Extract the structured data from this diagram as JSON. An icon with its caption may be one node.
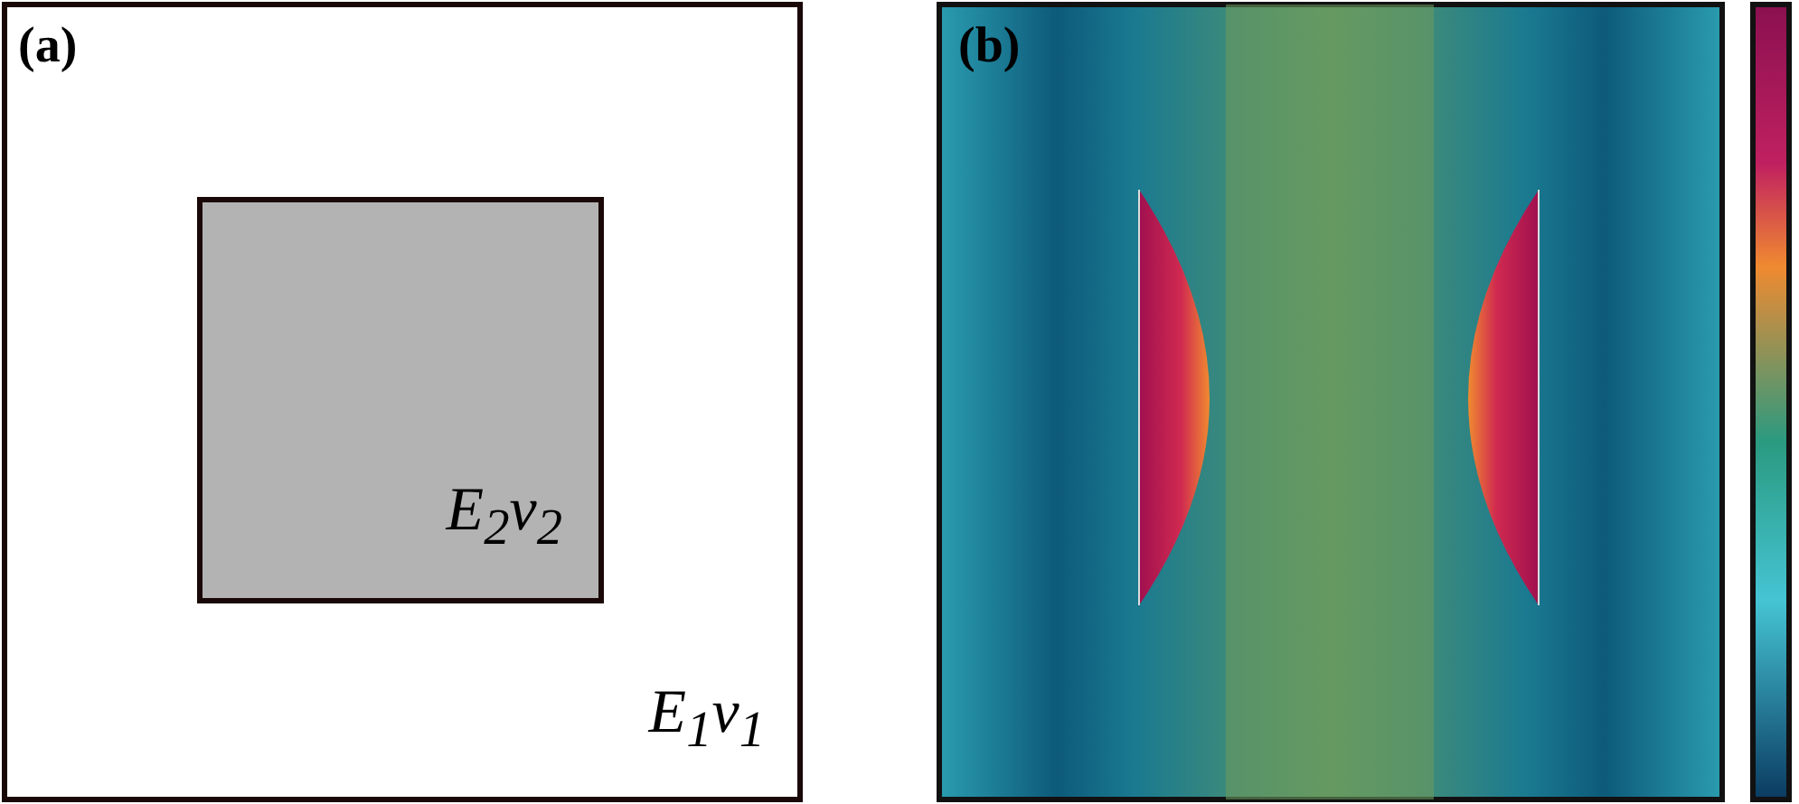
{
  "diagram": {
    "nodes": [
      {
        "text": [
          "E$_{1}$ν$_{1}$"
        ]
      },
      {
        "text": [
          "E$_{2}$ν$_{2}$"
        ],
        "in": 0
      }
    ],
    "labels": [
      "(a)",
      "(b)"
    ]
  }
}
